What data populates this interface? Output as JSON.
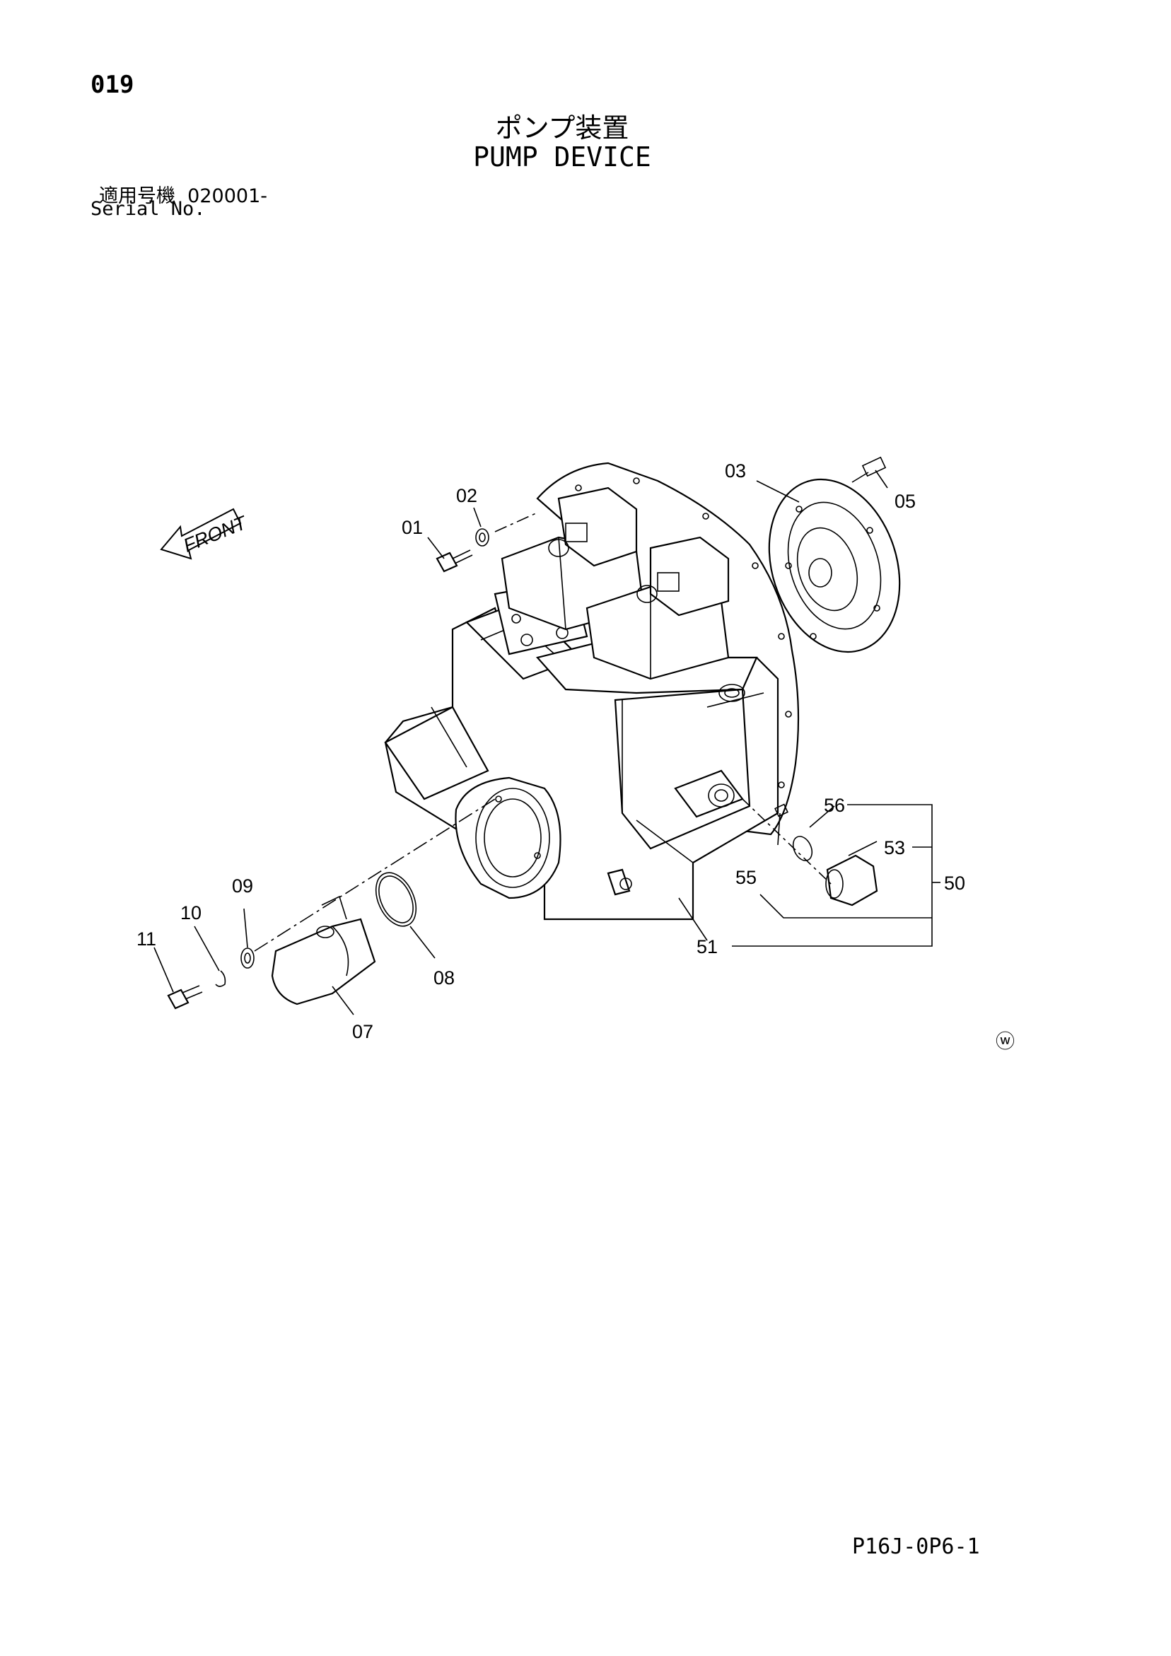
{
  "header": {
    "page_number": "019",
    "title_jp": "ポンプ装置",
    "title_en": "PUMP DEVICE",
    "serial_jp_label": "適用号機",
    "serial_value": "020001-",
    "serial_en_label": "Serial No."
  },
  "diagram": {
    "front_label": "FRONT",
    "watermark_glyph": "ⓦ",
    "callouts": {
      "c01": "01",
      "c02": "02",
      "c03": "03",
      "c05": "05",
      "c07": "07",
      "c08": "08",
      "c09": "09",
      "c10": "10",
      "c11": "11",
      "c50": "50",
      "c51": "51",
      "c53": "53",
      "c55": "55",
      "c56": "56"
    }
  },
  "footer": {
    "drawing_code": "P16J-0P6-1"
  }
}
